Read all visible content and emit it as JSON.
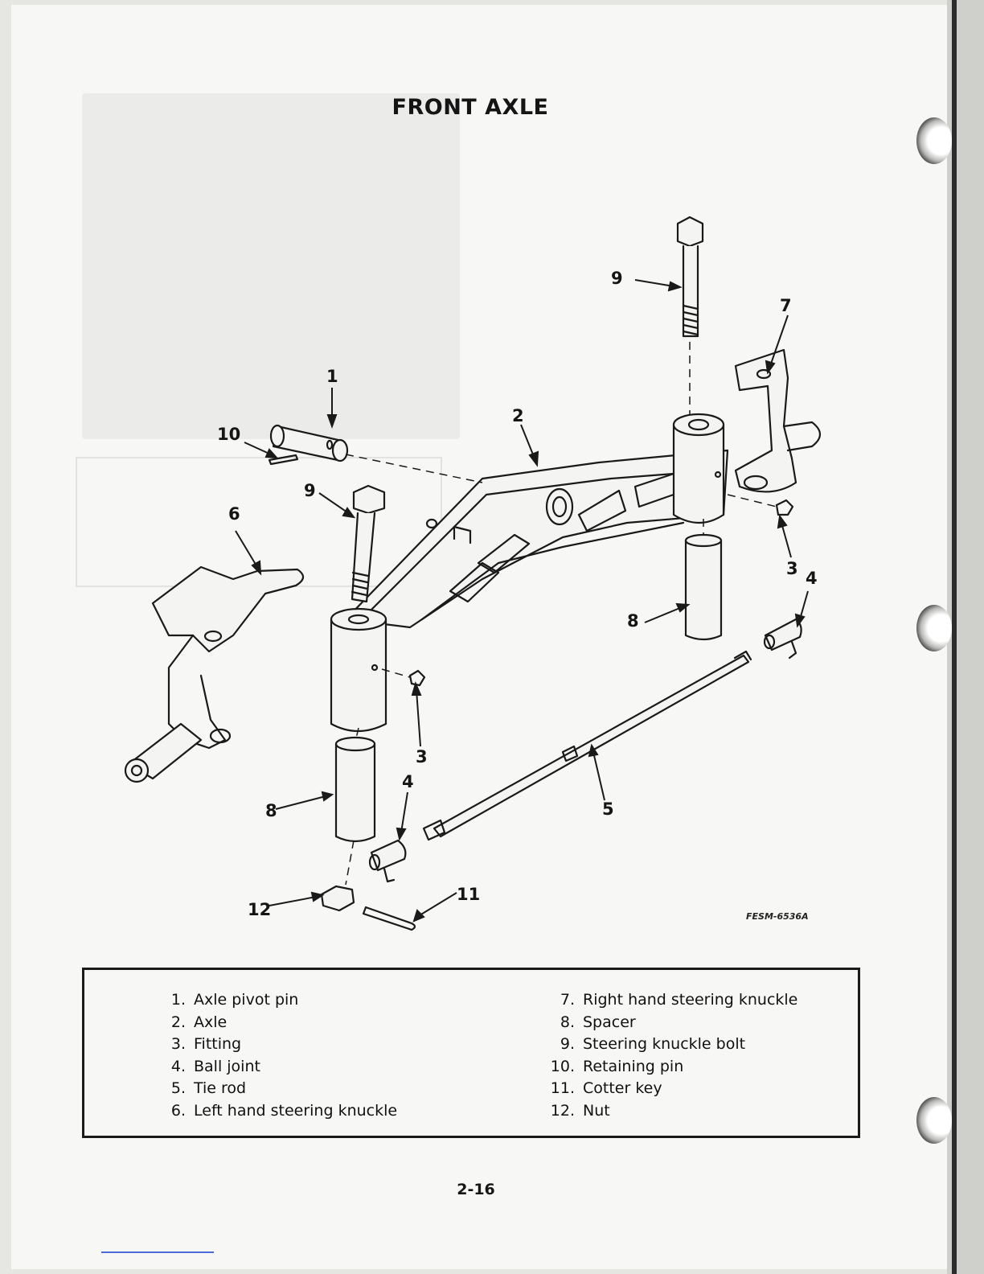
{
  "title": "FRONT AXLE",
  "figure_code": "FESM-6536A",
  "callouts": [
    "1",
    "2",
    "3",
    "3",
    "4",
    "4",
    "5",
    "6",
    "7",
    "8",
    "8",
    "9",
    "9",
    "10",
    "11",
    "12"
  ],
  "legend": {
    "left": [
      {
        "num": "1.",
        "text": "Axle pivot pin"
      },
      {
        "num": "2.",
        "text": "Axle"
      },
      {
        "num": "3.",
        "text": "Fitting"
      },
      {
        "num": "4.",
        "text": "Ball joint"
      },
      {
        "num": "5.",
        "text": "Tie rod"
      },
      {
        "num": "6.",
        "text": "Left hand steering knuckle"
      }
    ],
    "right": [
      {
        "num": "7.",
        "text": "Right hand steering knuckle"
      },
      {
        "num": "8.",
        "text": "Spacer"
      },
      {
        "num": "9.",
        "text": "Steering knuckle bolt"
      },
      {
        "num": "10.",
        "text": "Retaining pin"
      },
      {
        "num": "11.",
        "text": "Cotter key"
      },
      {
        "num": "12.",
        "text": "Nut"
      }
    ]
  },
  "page_number": "2-16",
  "colors": {
    "ink": "#151515",
    "paper": "#f7f7f5",
    "ghost": "#ebebea"
  }
}
